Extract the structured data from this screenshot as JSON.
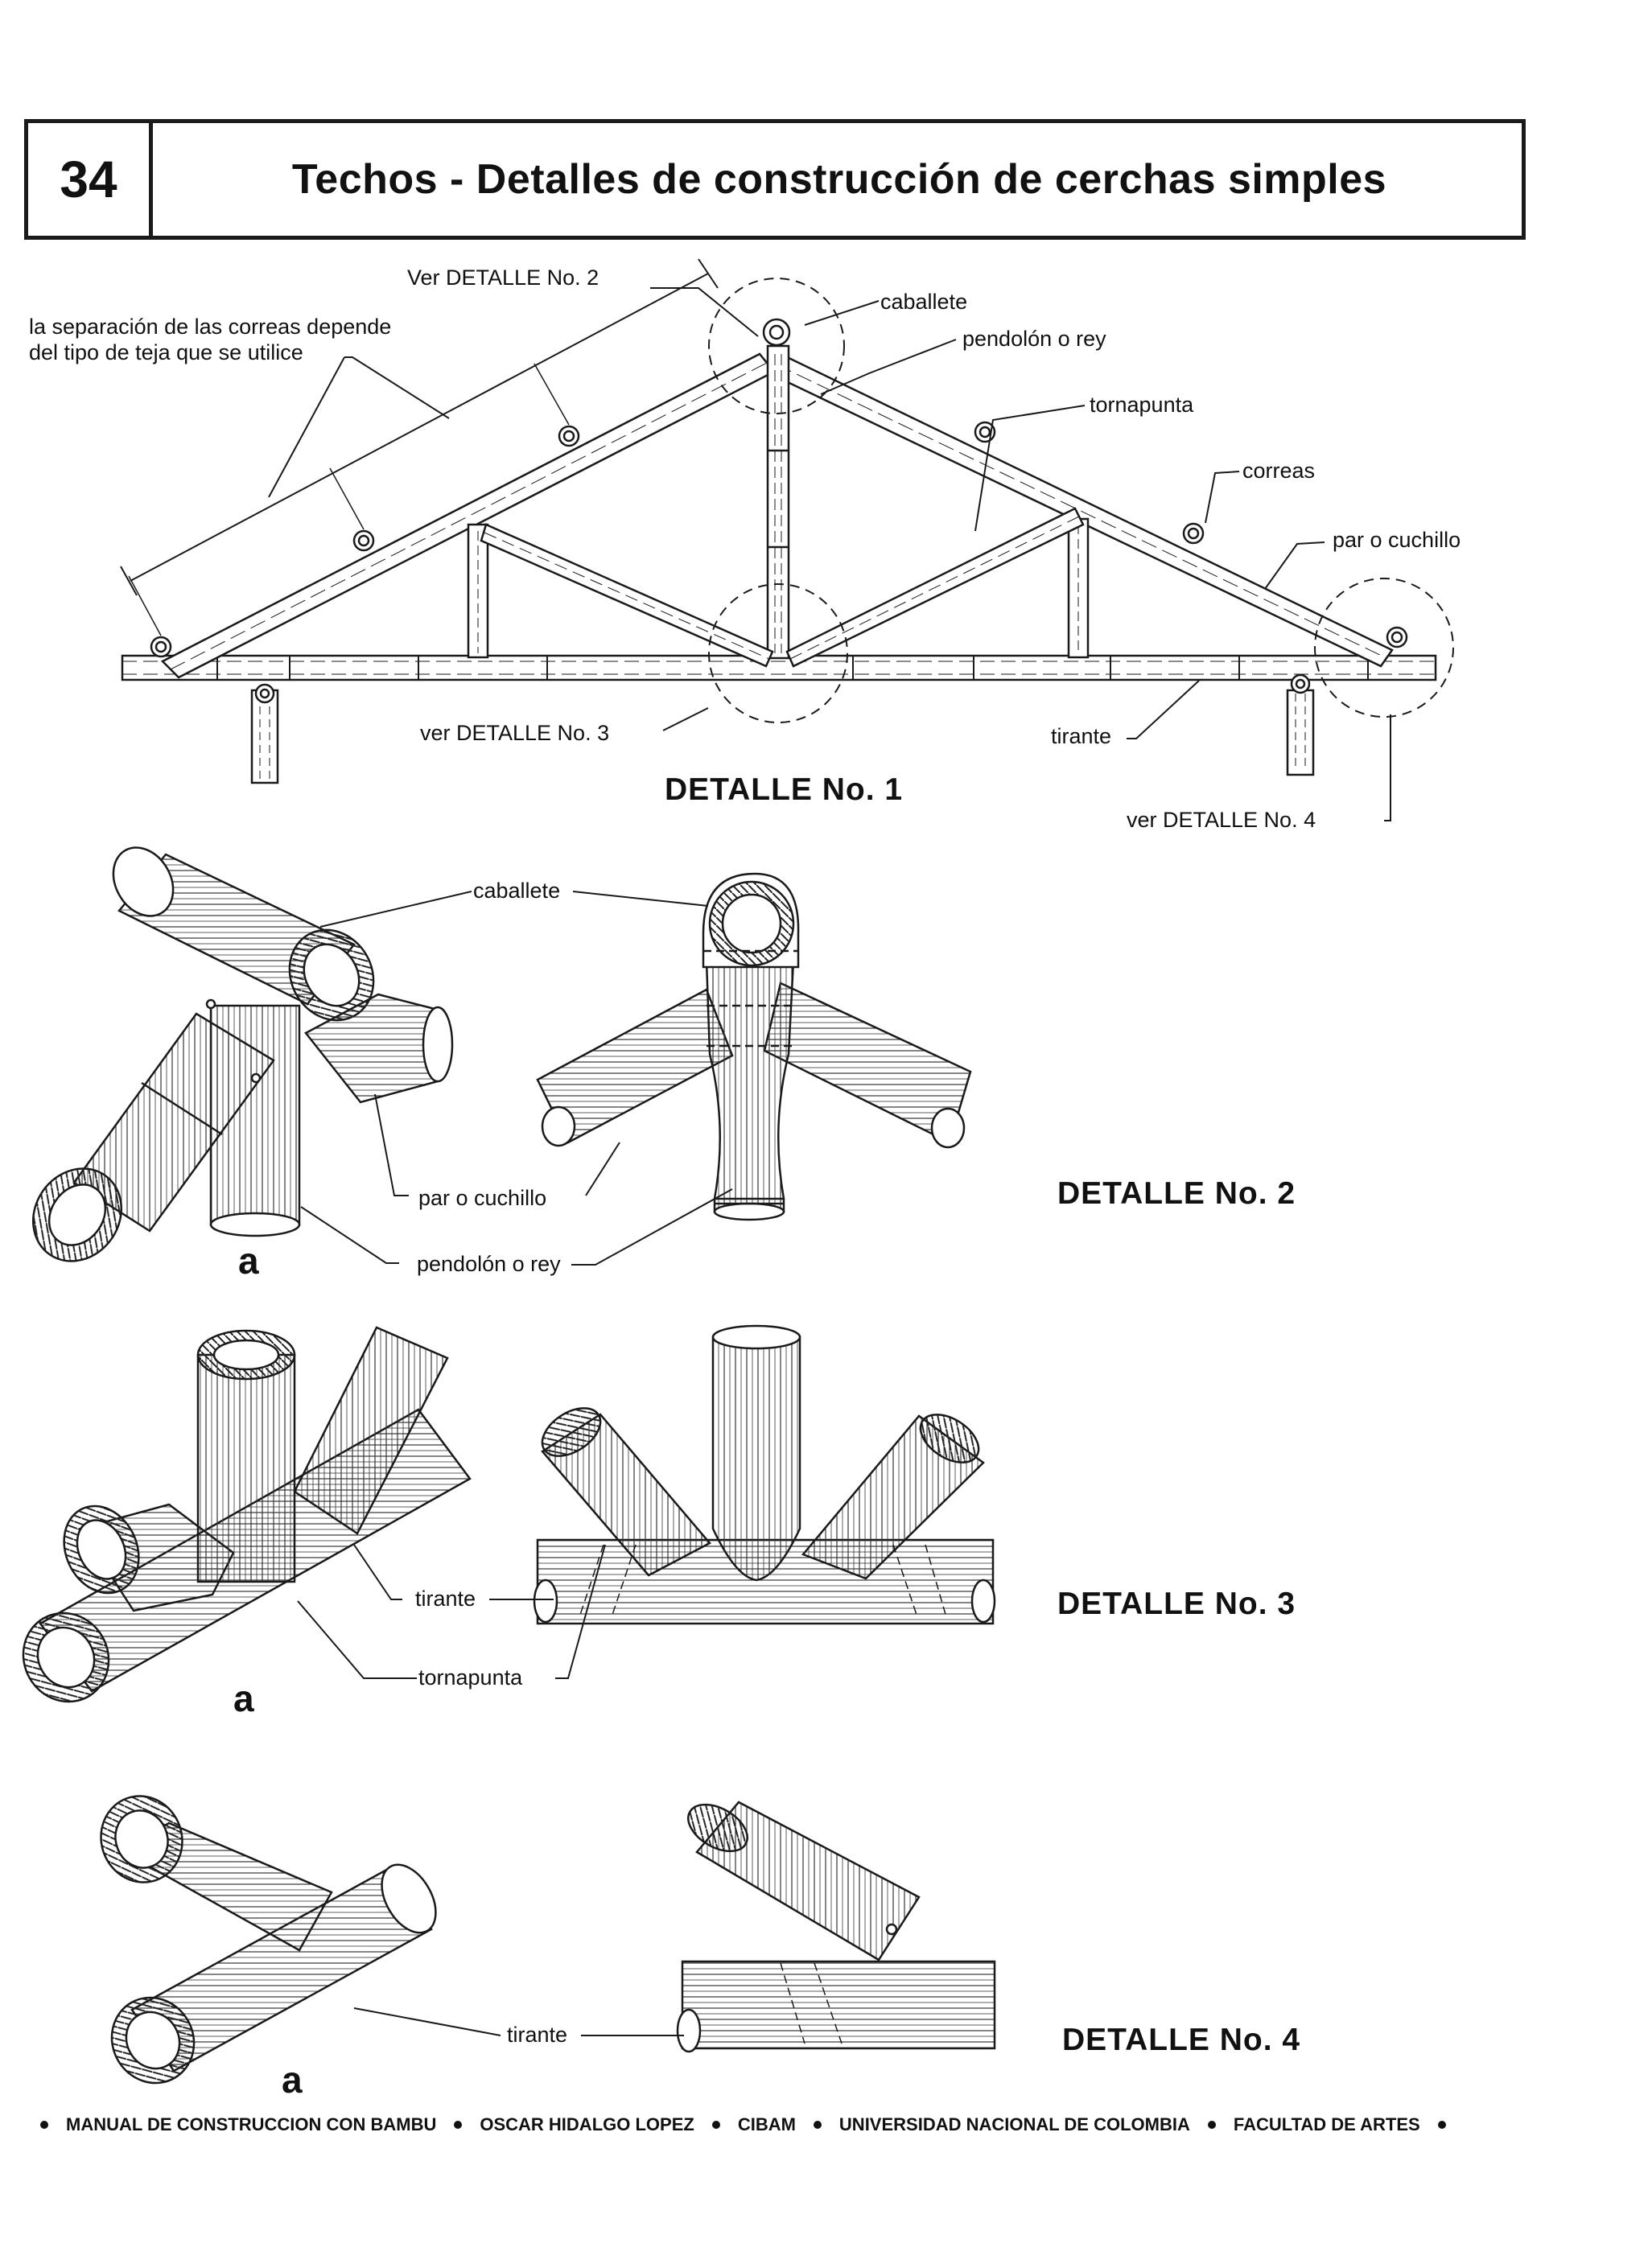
{
  "header": {
    "page_number": "34",
    "title": "Techos - Detalles de construcción de cerchas simples"
  },
  "detail1": {
    "title": "DETALLE No. 1",
    "labels": {
      "ver_detalle_2": "Ver DETALLE No. 2",
      "separation_note_line1": "la separación de las correas depende",
      "separation_note_line2": "del tipo de teja que se utilice",
      "caballete": "caballete",
      "pendolon": "pendolón o rey",
      "tornapunta": "tornapunta",
      "correas": "correas",
      "par_cuchillo": "par o cuchillo",
      "ver_detalle_3": "ver DETALLE No. 3",
      "tirante": "tirante",
      "ver_detalle_4": "ver DETALLE No. 4"
    }
  },
  "detail2": {
    "title": "DETALLE No. 2",
    "tag": "a",
    "labels": {
      "caballete": "caballete",
      "par_cuchillo": "par o cuchillo",
      "pendolon": "pendolón o rey"
    }
  },
  "detail3": {
    "title": "DETALLE No. 3",
    "tag": "a",
    "labels": {
      "tirante": "tirante",
      "tornapunta": "tornapunta"
    }
  },
  "detail4": {
    "title": "DETALLE No. 4",
    "tag": "a",
    "labels": {
      "tirante": "tirante"
    }
  },
  "footer": {
    "items": [
      "MANUAL DE CONSTRUCCION CON BAMBU",
      "OSCAR HIDALGO LOPEZ",
      "CIBAM",
      "UNIVERSIDAD NACIONAL DE COLOMBIA",
      "FACULTAD DE ARTES"
    ]
  }
}
